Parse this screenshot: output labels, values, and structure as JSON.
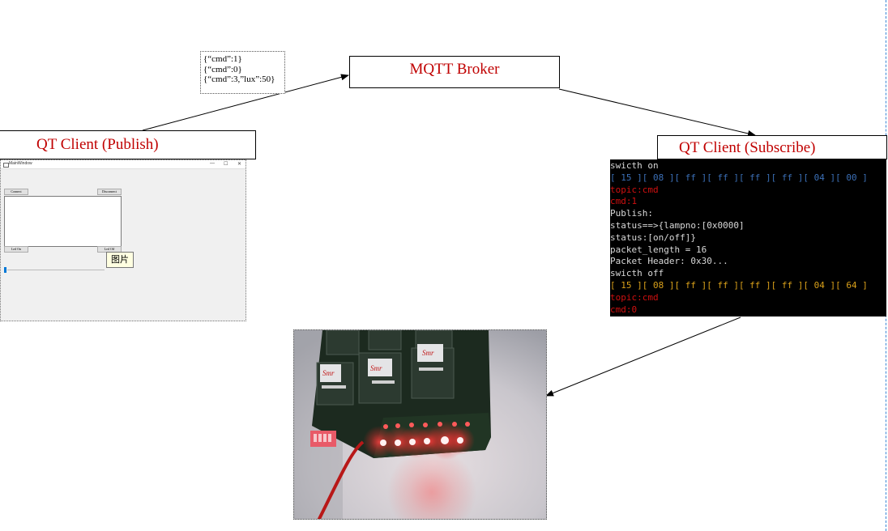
{
  "diagram": {
    "broker_label": "MQTT Broker",
    "publisher_label": "QT Client (Publish)",
    "subscriber_label": "QT Client (Subscribe)",
    "messages": [
      "{“cmd”:1}",
      "{“cmd”:0}",
      "{“cmd”:3,”lux”:50}"
    ]
  },
  "qt_window": {
    "title": "MainWindow",
    "controls": {
      "minimize": "—",
      "maximize": "☐",
      "close": "✕"
    },
    "connect_label": "Connect",
    "disconnect_label": "Disconnect",
    "led_on_label": "Led On",
    "led_off_label": "Led Off",
    "tooltip": "图片",
    "slider_value": 0
  },
  "terminal": {
    "lines": [
      {
        "text": "swicth on",
        "color": "#d8d8d8"
      },
      {
        "text": "[ 15 ][ 08 ][ ff ][ ff ][ ff ][ ff ][ 04 ][ 00 ]",
        "color": "#3b6fb6"
      },
      {
        "text": "topic:cmd",
        "color": "#d01010"
      },
      {
        "text": "cmd:1",
        "color": "#d01010"
      },
      {
        "text": "Publish:",
        "color": "#d8d8d8"
      },
      {
        "text": "status==>{lampno:[0x0000]",
        "color": "#d8d8d8"
      },
      {
        "text": "status:[on/off]}",
        "color": "#d8d8d8"
      },
      {
        "text": "packet_length = 16",
        "color": "#d8d8d8"
      },
      {
        "text": "Packet Header: 0x30...",
        "color": "#d8d8d8"
      },
      {
        "text": "swicth off",
        "color": "#d8d8d8"
      },
      {
        "text": "[ 15 ][ 08 ][ ff ][ ff ][ ff ][ ff ][ 04 ][ 64 ]",
        "color": "#d9a01a"
      },
      {
        "text": "topic:cmd",
        "color": "#d01010"
      },
      {
        "text": "cmd:0",
        "color": "#d01010"
      }
    ]
  },
  "colors": {
    "title_red": "#c00000",
    "arrow": "#000000",
    "led_red": "#ff2020",
    "pcb_green": "#1f3a24"
  }
}
